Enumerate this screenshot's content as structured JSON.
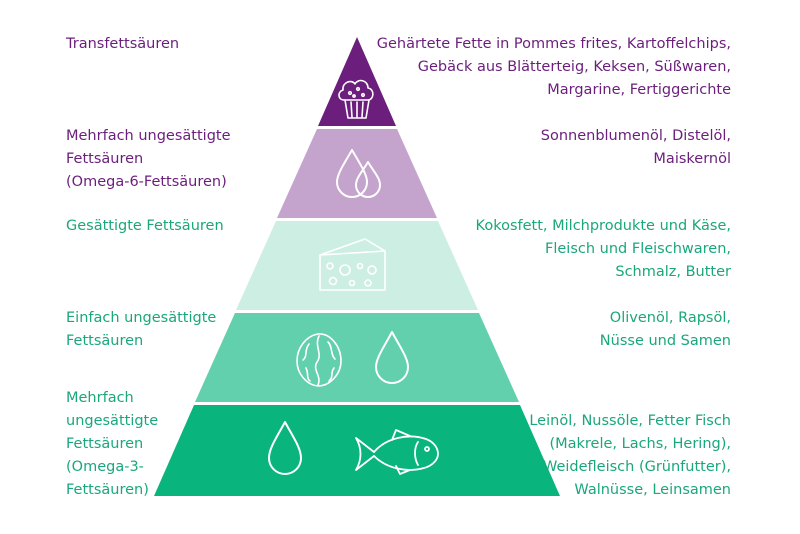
{
  "colors": {
    "level1": "#6b1e7c",
    "level2": "#c4a3cc",
    "level3": "#cdeee3",
    "level4": "#62cfad",
    "level5": "#0ab57d",
    "purple_text": "#6b1e7c",
    "green_text": "#1aa77b",
    "icon_stroke": "#ffffff",
    "icon_stroke_dark": "#ffffff"
  },
  "levels": [
    {
      "name": "Transfettsäuren",
      "examples": "Gehärtete Fette in Pommes frites, Kartoffelchips,\nGebäck aus Blätterteig, Keksen, Süßwaren,\nMargarine, Fertiggerichte",
      "icons": [
        "muffin-icon"
      ]
    },
    {
      "name": "Mehrfach ungesättigte\nFettsäuren\n(Omega-6-Fettsäuren)",
      "examples": "Sonnenblumenöl, Distelöl,\nMaiskernöl",
      "icons": [
        "oil-drops-icon"
      ]
    },
    {
      "name": "Gesättigte Fettsäuren",
      "examples": "Kokosfett, Milchprodukte und Käse,\nFleisch und Fleischwaren,\nSchmalz, Butter",
      "icons": [
        "cheese-icon"
      ]
    },
    {
      "name": "Einfach ungesättigte\nFettsäuren",
      "examples": "Olivenöl, Rapsöl,\nNüsse und Samen",
      "icons": [
        "walnut-icon",
        "oil-drop-icon"
      ]
    },
    {
      "name": "Mehrfach\nungesättigte\nFettsäuren\n(Omega-3-\nFettsäuren)",
      "examples": "Leinöl, Nussöle, Fetter Fisch\n(Makrele, Lachs, Hering),\nWeidefleisch (Grünfutter),\nWalnüsse, Leinsamen",
      "icons": [
        "oil-drop-icon",
        "fish-icon"
      ]
    }
  ]
}
